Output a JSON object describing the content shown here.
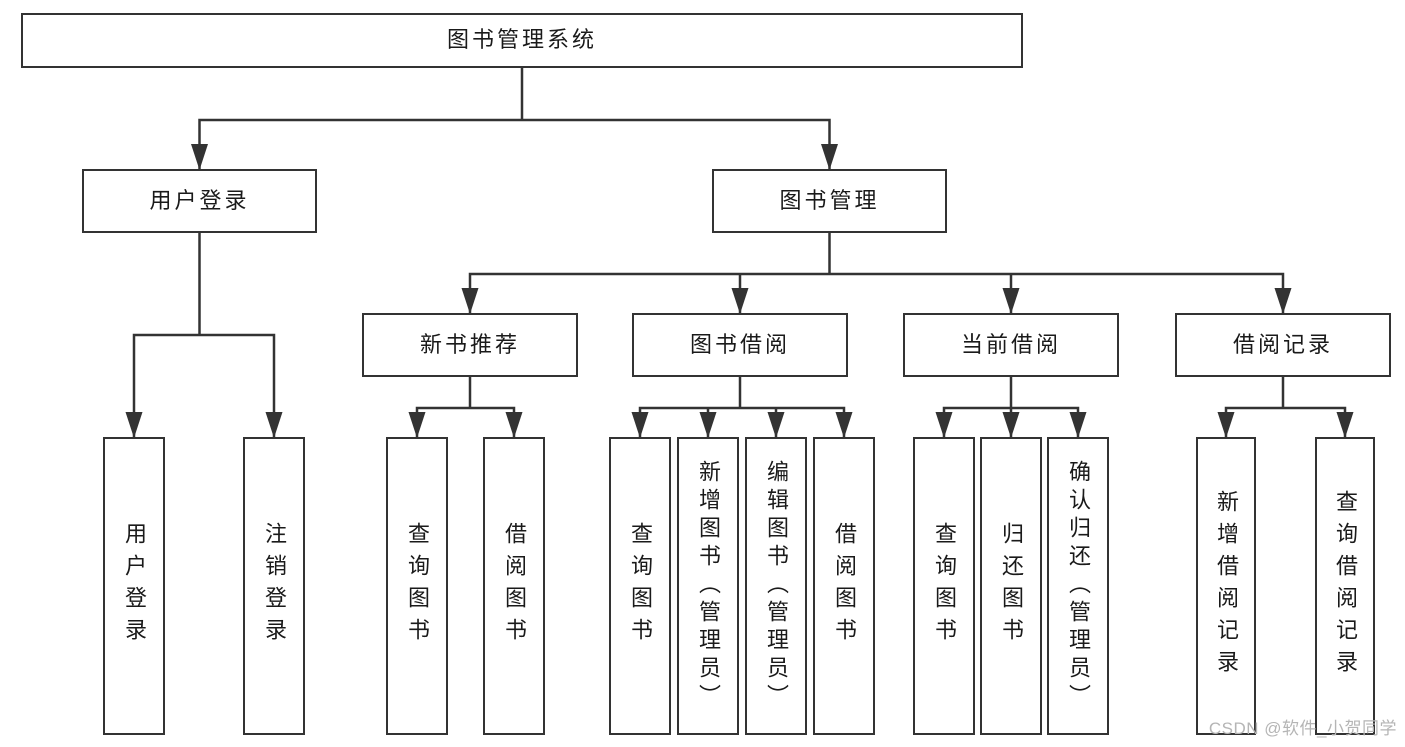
{
  "colors": {
    "background": "#ffffff",
    "box_fill": "#ffffff",
    "box_border": "#333333",
    "line": "#333333",
    "text": "#1a1a1a",
    "watermark": "#b5b5b5"
  },
  "watermark": {
    "text": "CSDN @软件_小贺同学"
  },
  "nodes": {
    "root": {
      "label": "图书管理系统"
    },
    "user_login": {
      "label": "用户登录"
    },
    "book_mgmt": {
      "label": "图书管理"
    },
    "new_book_rec": {
      "label": "新书推荐"
    },
    "book_borrow": {
      "label": "图书借阅"
    },
    "current_borrow": {
      "label": "当前借阅"
    },
    "borrow_record": {
      "label": "借阅记录"
    },
    "leaf_user_login": {
      "label": "用户登录"
    },
    "leaf_logout": {
      "label": "注销登录"
    },
    "leaf_rec_query": {
      "label": "查询图书"
    },
    "leaf_rec_borrow": {
      "label": "借阅图书"
    },
    "leaf_bb_query": {
      "label": "查询图书"
    },
    "leaf_bb_add": {
      "label": "新增图书（管理员）"
    },
    "leaf_bb_edit": {
      "label": "编辑图书（管理员）"
    },
    "leaf_bb_borrow": {
      "label": "借阅图书"
    },
    "leaf_cb_query": {
      "label": "查询图书"
    },
    "leaf_cb_return": {
      "label": "归还图书"
    },
    "leaf_cb_confirm": {
      "label": "确认归还（管理员）"
    },
    "leaf_br_add": {
      "label": "新增借阅记录"
    },
    "leaf_br_query": {
      "label": "查询借阅记录"
    }
  }
}
